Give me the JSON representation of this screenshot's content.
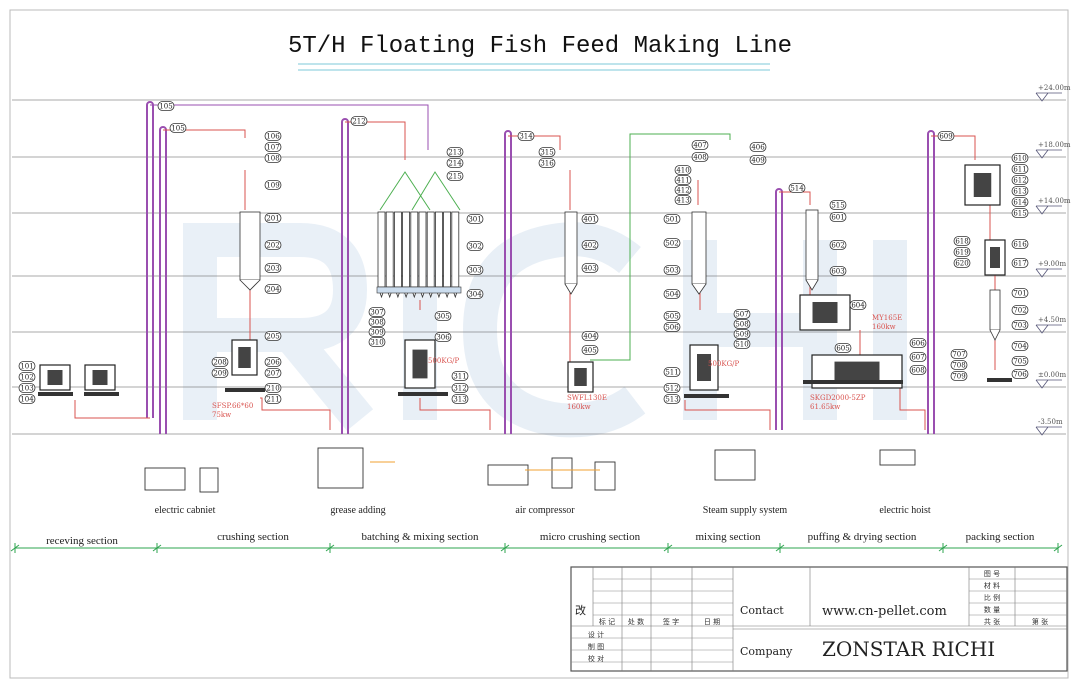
{
  "title": "5T/H Floating Fish Feed Making Line",
  "watermark": "RICHI",
  "colors": {
    "conveyor": "#9a4fb0",
    "pipe_red": "#d9534f",
    "pipe_green": "#4caf50",
    "level_line": "#555555",
    "dimension": "#2ea44f",
    "caption_red": "#d9534f"
  },
  "elevations": [
    "+24.00m",
    "+18.00m",
    "+14.00m",
    "+9.00m",
    "+4.50m",
    "±0.00m",
    "-3.50m"
  ],
  "equipment_labels": [
    {
      "model": "SFSP.66*60",
      "power": "75kw"
    },
    {
      "model": "500KG/P",
      "power": ""
    },
    {
      "model": "SWFL130E",
      "power": "160kw"
    },
    {
      "model": "500KG/P",
      "power": ""
    },
    {
      "model": "MY165E",
      "power": "160kw"
    },
    {
      "model": "SKGD2000-5ZP",
      "power": "61.65kw"
    }
  ],
  "auxiliary": [
    "electric cabniet",
    "grease adding",
    "air compressor",
    "Steam supply system",
    "electric hoist"
  ],
  "sections": [
    "receving section",
    "crushing section",
    "batching & mixing section",
    "micro crushing section",
    "mixing section",
    "puffing & drying section",
    "packing section"
  ],
  "tags": [
    "101",
    "102",
    "103",
    "104",
    "105",
    "105",
    "106",
    "107",
    "108",
    "109",
    "201",
    "202",
    "203",
    "204",
    "205",
    "206",
    "207",
    "208",
    "209",
    "210",
    "211",
    "212",
    "213",
    "214",
    "215",
    "301",
    "302",
    "303",
    "304",
    "305",
    "306",
    "307",
    "308",
    "309",
    "310",
    "311",
    "312",
    "313",
    "314",
    "315",
    "316",
    "401",
    "402",
    "403",
    "404",
    "405",
    "406",
    "407",
    "408",
    "409",
    "410",
    "411",
    "412",
    "413",
    "501",
    "502",
    "503",
    "504",
    "505",
    "506",
    "507",
    "508",
    "509",
    "510",
    "511",
    "512",
    "513",
    "514",
    "515",
    "601",
    "602",
    "603",
    "604",
    "605",
    "606",
    "607",
    "608",
    "609",
    "610",
    "611",
    "612",
    "613",
    "614",
    "615",
    "616",
    "617",
    "618",
    "619",
    "620",
    "701",
    "702",
    "703",
    "704",
    "705",
    "706",
    "707",
    "708",
    "709"
  ],
  "title_block": {
    "revision_mark": "改",
    "rev_headers": [
      "标 记",
      "处 数",
      "签  字",
      "日  期"
    ],
    "sign_rows": [
      "设  计",
      "制  图",
      "校  对"
    ],
    "contact_label": "Contact",
    "contact_value": "www.cn-pellet.com",
    "company_label": "Company",
    "company_value": "ZONSTAR RICHI",
    "right_rows": [
      "图  号",
      "材  料",
      "比  例",
      "数  量"
    ],
    "sheet": [
      "共    张",
      "第    张"
    ]
  }
}
